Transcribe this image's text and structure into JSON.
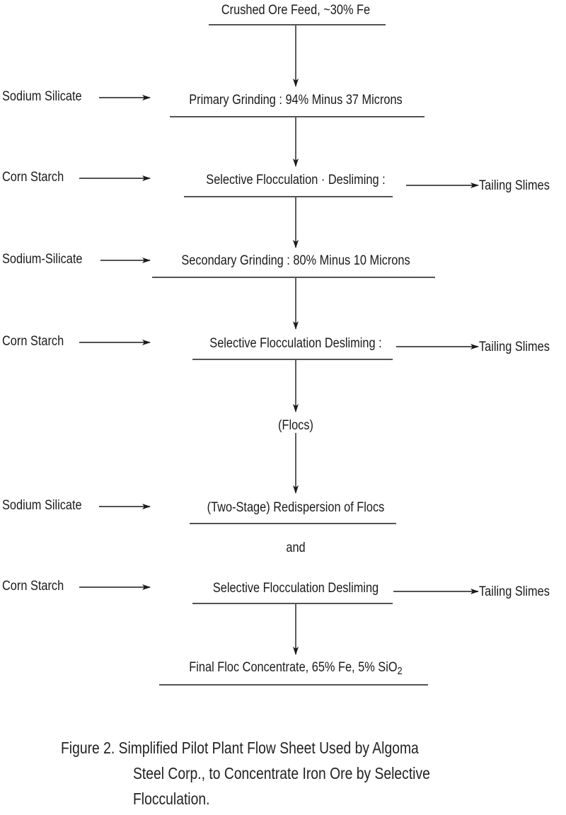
{
  "flow": {
    "feed": "Crushed Ore Feed, ~30% Fe",
    "steps": {
      "primary_grinding": "Primary Grinding : 94% Minus 37 Microns",
      "flocculation_1": "Selective Flocculation · Desliming :",
      "secondary_grinding": "Secondary Grinding : 80% Minus 10 Microns",
      "flocculation_2": "Selective Flocculation Desliming :",
      "flocs": "(Flocs)",
      "redispersion": "(Two-Stage) Redispersion of Flocs",
      "and": "and",
      "flocculation_3": "Selective Flocculation Desliming",
      "final_prefix": "Final Floc Concentrate, 65% Fe, 5% SiO",
      "final_subscript": "2"
    },
    "reagents": {
      "r1": "Sodium Silicate",
      "r2": "Corn Starch",
      "r3": "Sodium-Silicate",
      "r4": "Corn Starch",
      "r5": "Sodium Silicate",
      "r6": "Corn Starch"
    },
    "tailings": {
      "t1": "Tailing Slimes",
      "t2": "Tailing Slimes",
      "t3": "Tailing Slimes"
    }
  },
  "caption": {
    "line1": "Figure 2.  Simplified Pilot Plant Flow Sheet Used by Algoma",
    "line2": "Steel Corp., to Concentrate Iron Ore by Selective",
    "line3": "Flocculation."
  }
}
